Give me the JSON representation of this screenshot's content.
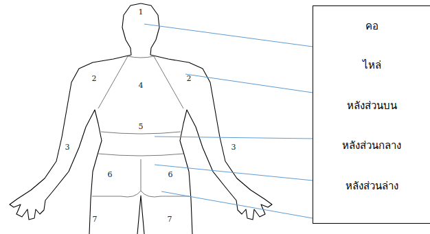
{
  "diagram": {
    "nodes": [
      {
        "text": [
          "คอ",
          "ไหล่",
          "หลังส่วนบน",
          "หลังส่วนกลาง",
          "หลังส่วนล่าง"
        ]
      }
    ],
    "labels": [
      "1",
      "2",
      "2",
      "4",
      "3",
      "3",
      "5",
      "6",
      "6",
      "7",
      "7"
    ]
  }
}
